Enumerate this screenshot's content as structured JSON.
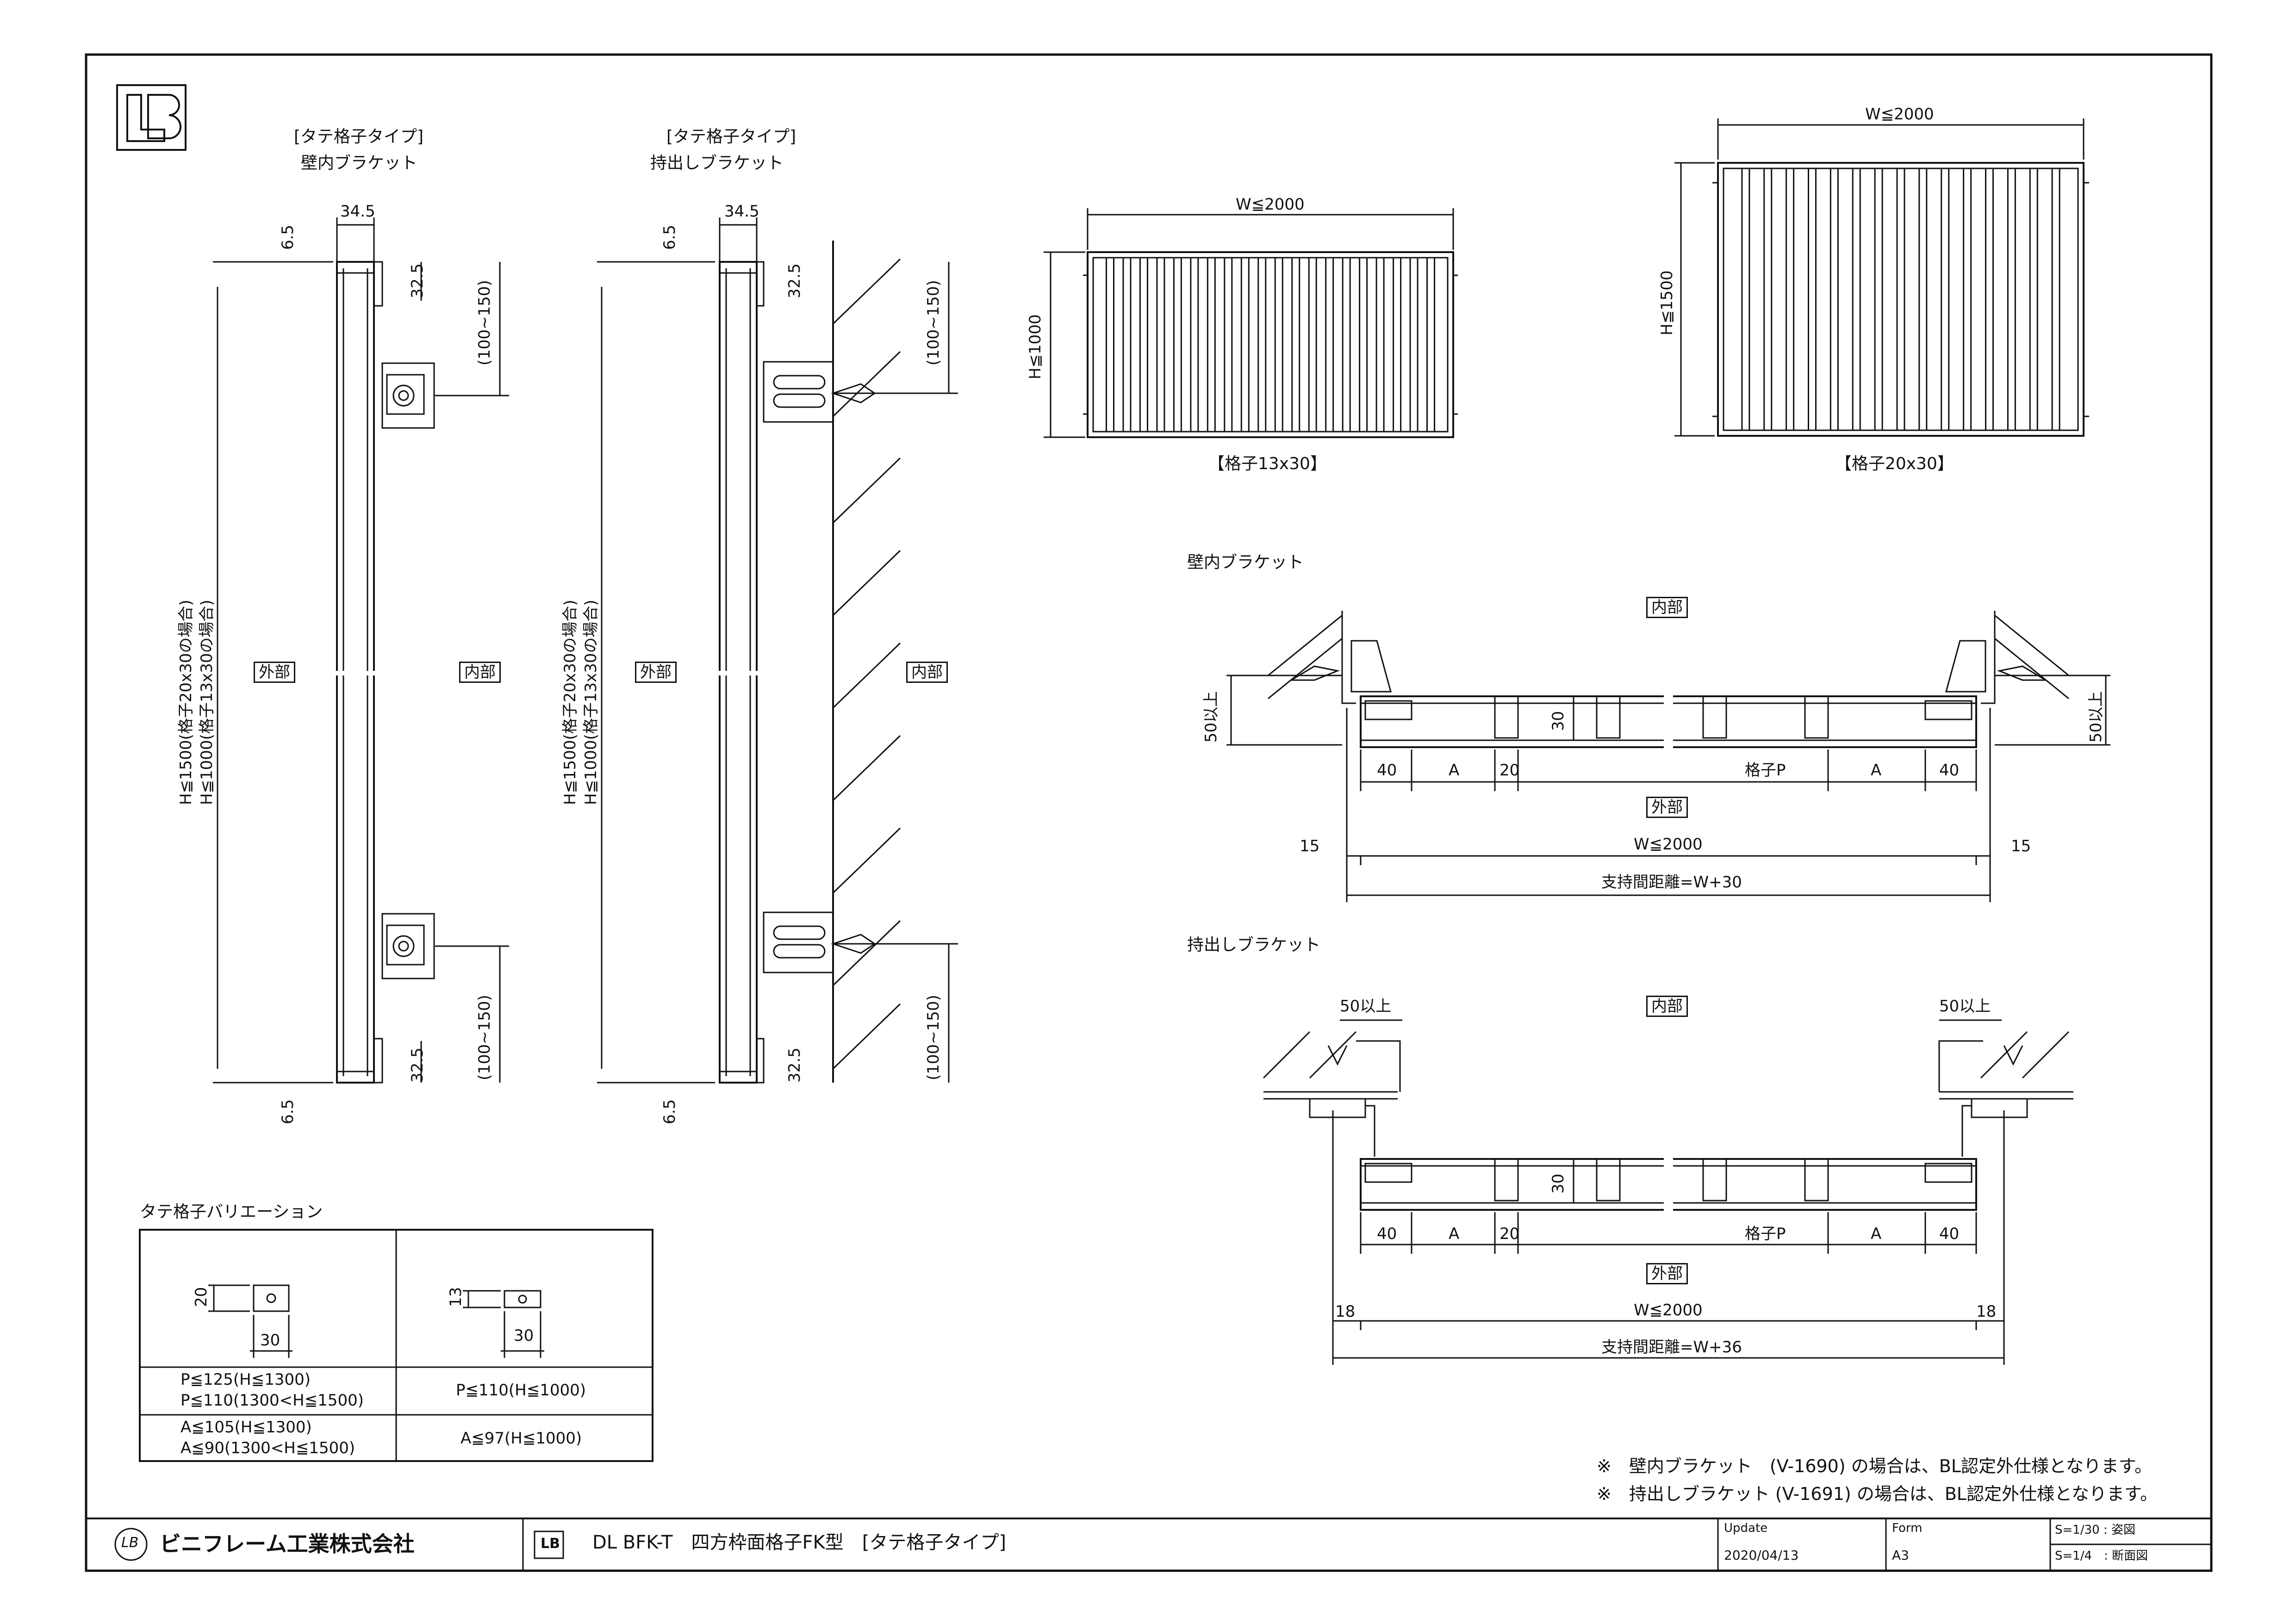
{
  "header": {
    "col1_type": "[タテ格子タイプ]",
    "col1_name": "壁内ブラケット",
    "col2_type": "[タテ格子タイプ]",
    "col2_name": "持出しブラケット"
  },
  "side_view": {
    "dim_top_width": "34.5",
    "dim_top_gap": "6.5",
    "dim_bracket": "32.5",
    "dim_range": "(100~150)",
    "dim_height_1": "H≦1500(格子20x30の場合)",
    "dim_height_2": "H≦1000(格子13x30の場合)",
    "outside": "外部",
    "inside": "内部"
  },
  "panels": {
    "small_width": "W≦2000",
    "small_height": "H≦1000",
    "small_label": "【格子13x30】",
    "large_width": "W≦2000",
    "large_height": "H≦1500",
    "large_label": "【格子20x30】"
  },
  "section_wall": {
    "title": "壁内ブラケット",
    "inside": "内部",
    "outside": "外部",
    "dim_50": "50以上",
    "dim_30": "30",
    "dim_40": "40",
    "dim_a": "A",
    "dim_20": "20",
    "dim_pitch": "格子P",
    "dim_15": "15",
    "dim_w": "W≦2000",
    "dim_support": "支持間距離=W+30"
  },
  "section_ext": {
    "title": "持出しブラケット",
    "inside": "内部",
    "outside": "外部",
    "dim_50": "50以上",
    "dim_30": "30",
    "dim_40": "40",
    "dim_a": "A",
    "dim_20": "20",
    "dim_pitch": "格子P",
    "dim_18": "18",
    "dim_w": "W≦2000",
    "dim_support": "支持間距離=W+36"
  },
  "variation": {
    "title": "タテ格子バリエーション",
    "left_h": "20",
    "left_w": "30",
    "right_h": "13",
    "right_w": "30",
    "left_p1": "P≦125(H≦1300)",
    "left_p2": "P≦110(1300<H≦1500)",
    "right_p": "P≦110(H≦1000)",
    "left_a1": "A≦105(H≦1300)",
    "left_a2": "A≦90(1300<H≦1500)",
    "right_a": "A≦97(H≦1000)"
  },
  "notes": [
    "※　壁内ブラケット　(V-1690) の場合は、BL認定外仕様となります。",
    "※　持出しブラケット (V-1691) の場合は、BL認定外仕様となります。"
  ],
  "title_block": {
    "company": "ビニフレーム工業株式会社",
    "logo_text": "LB",
    "drawing_title": "DL BFK-T　四方枠面格子FK型　[タテ格子タイプ]",
    "update_label": "Update",
    "update_value": "2020/04/13",
    "form_label": "Form",
    "form_value": "A3",
    "scale_1": "S=1/30 : 姿図",
    "scale_2": "S=1/4　: 断面図"
  }
}
